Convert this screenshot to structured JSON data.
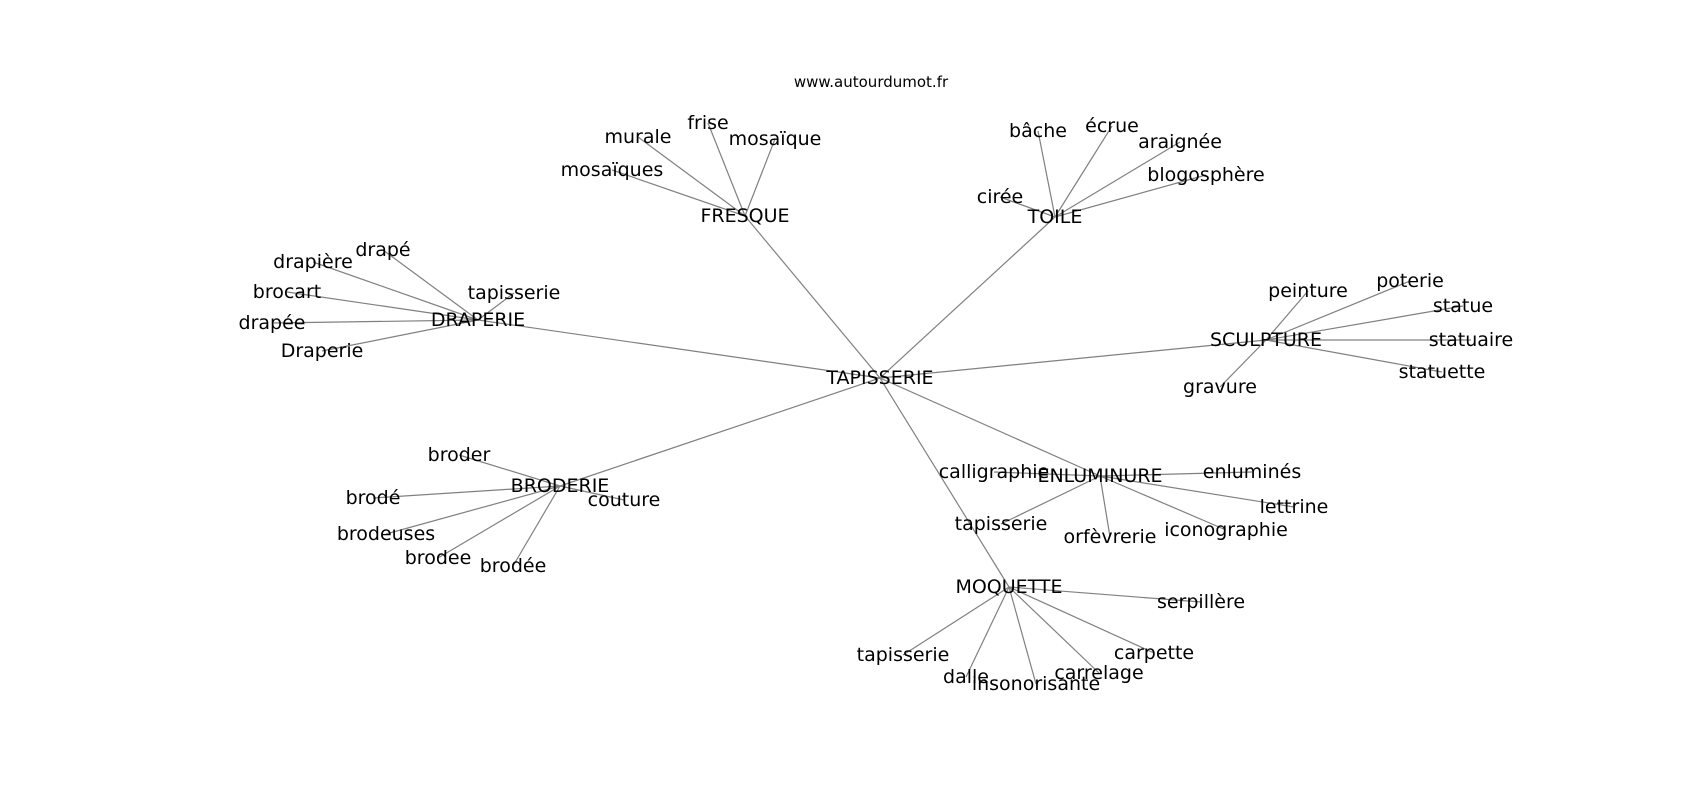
{
  "site": "www.autourdumot.fr",
  "colors": {
    "edge": "#808080",
    "text": "#000000",
    "background": "#ffffff"
  },
  "graph": {
    "center": {
      "id": "center",
      "label": "TAPISSERIE"
    },
    "hubs": [
      {
        "id": "fresque",
        "label": "FRESQUE",
        "leaves": [
          {
            "id": "fresque-murale",
            "label": "murale"
          },
          {
            "id": "fresque-frise",
            "label": "frise"
          },
          {
            "id": "fresque-mosaique",
            "label": "mosaïque"
          },
          {
            "id": "fresque-mosaiques",
            "label": "mosaïques"
          }
        ]
      },
      {
        "id": "toile",
        "label": "TOILE",
        "leaves": [
          {
            "id": "toile-bache",
            "label": "bâche"
          },
          {
            "id": "toile-ecrue",
            "label": "écrue"
          },
          {
            "id": "toile-araignee",
            "label": "araignée"
          },
          {
            "id": "toile-blogosphere",
            "label": "blogosphère"
          },
          {
            "id": "toile-ciree",
            "label": "cirée"
          }
        ]
      },
      {
        "id": "draperie",
        "label": "DRAPERIE",
        "leaves": [
          {
            "id": "draperie-drape",
            "label": "drapé"
          },
          {
            "id": "draperie-drapiere",
            "label": "drapière"
          },
          {
            "id": "draperie-brocart",
            "label": "brocart"
          },
          {
            "id": "draperie-drapee",
            "label": "drapée"
          },
          {
            "id": "draperie-draperie",
            "label": "Draperie"
          },
          {
            "id": "draperie-tapisserie",
            "label": "tapisserie"
          }
        ]
      },
      {
        "id": "sculpture",
        "label": "SCULPTURE",
        "leaves": [
          {
            "id": "sculpture-peinture",
            "label": "peinture"
          },
          {
            "id": "sculpture-poterie",
            "label": "poterie"
          },
          {
            "id": "sculpture-statue",
            "label": "statue"
          },
          {
            "id": "sculpture-statuaire",
            "label": "statuaire"
          },
          {
            "id": "sculpture-statuette",
            "label": "statuette"
          },
          {
            "id": "sculpture-gravure",
            "label": "gravure"
          }
        ]
      },
      {
        "id": "broderie",
        "label": "BRODERIE",
        "leaves": [
          {
            "id": "broderie-broder",
            "label": "broder"
          },
          {
            "id": "broderie-brode",
            "label": "brodé"
          },
          {
            "id": "broderie-brodeuses",
            "label": "brodeuses"
          },
          {
            "id": "broderie-brodee",
            "label": "brodee"
          },
          {
            "id": "broderie-brodee2",
            "label": "brodée"
          },
          {
            "id": "broderie-couture",
            "label": "couture"
          }
        ]
      },
      {
        "id": "enluminure",
        "label": "ENLUMINURE",
        "leaves": [
          {
            "id": "enluminure-calligraphie",
            "label": "calligraphie"
          },
          {
            "id": "enluminure-enlumines",
            "label": "enluminés"
          },
          {
            "id": "enluminure-lettrine",
            "label": "lettrine"
          },
          {
            "id": "enluminure-iconographie",
            "label": "iconographie"
          },
          {
            "id": "enluminure-orfevrerie",
            "label": "orfèvrerie"
          },
          {
            "id": "enluminure-tapisserie",
            "label": "tapisserie"
          }
        ]
      },
      {
        "id": "moquette",
        "label": "MOQUETTE",
        "leaves": [
          {
            "id": "moquette-serpillere",
            "label": "serpillère"
          },
          {
            "id": "moquette-carpette",
            "label": "carpette"
          },
          {
            "id": "moquette-carrelage",
            "label": "carrelage"
          },
          {
            "id": "moquette-insonorisante",
            "label": "insonorisante"
          },
          {
            "id": "moquette-dalle",
            "label": "dalle"
          },
          {
            "id": "moquette-tapisserie",
            "label": "tapisserie"
          }
        ]
      }
    ]
  }
}
